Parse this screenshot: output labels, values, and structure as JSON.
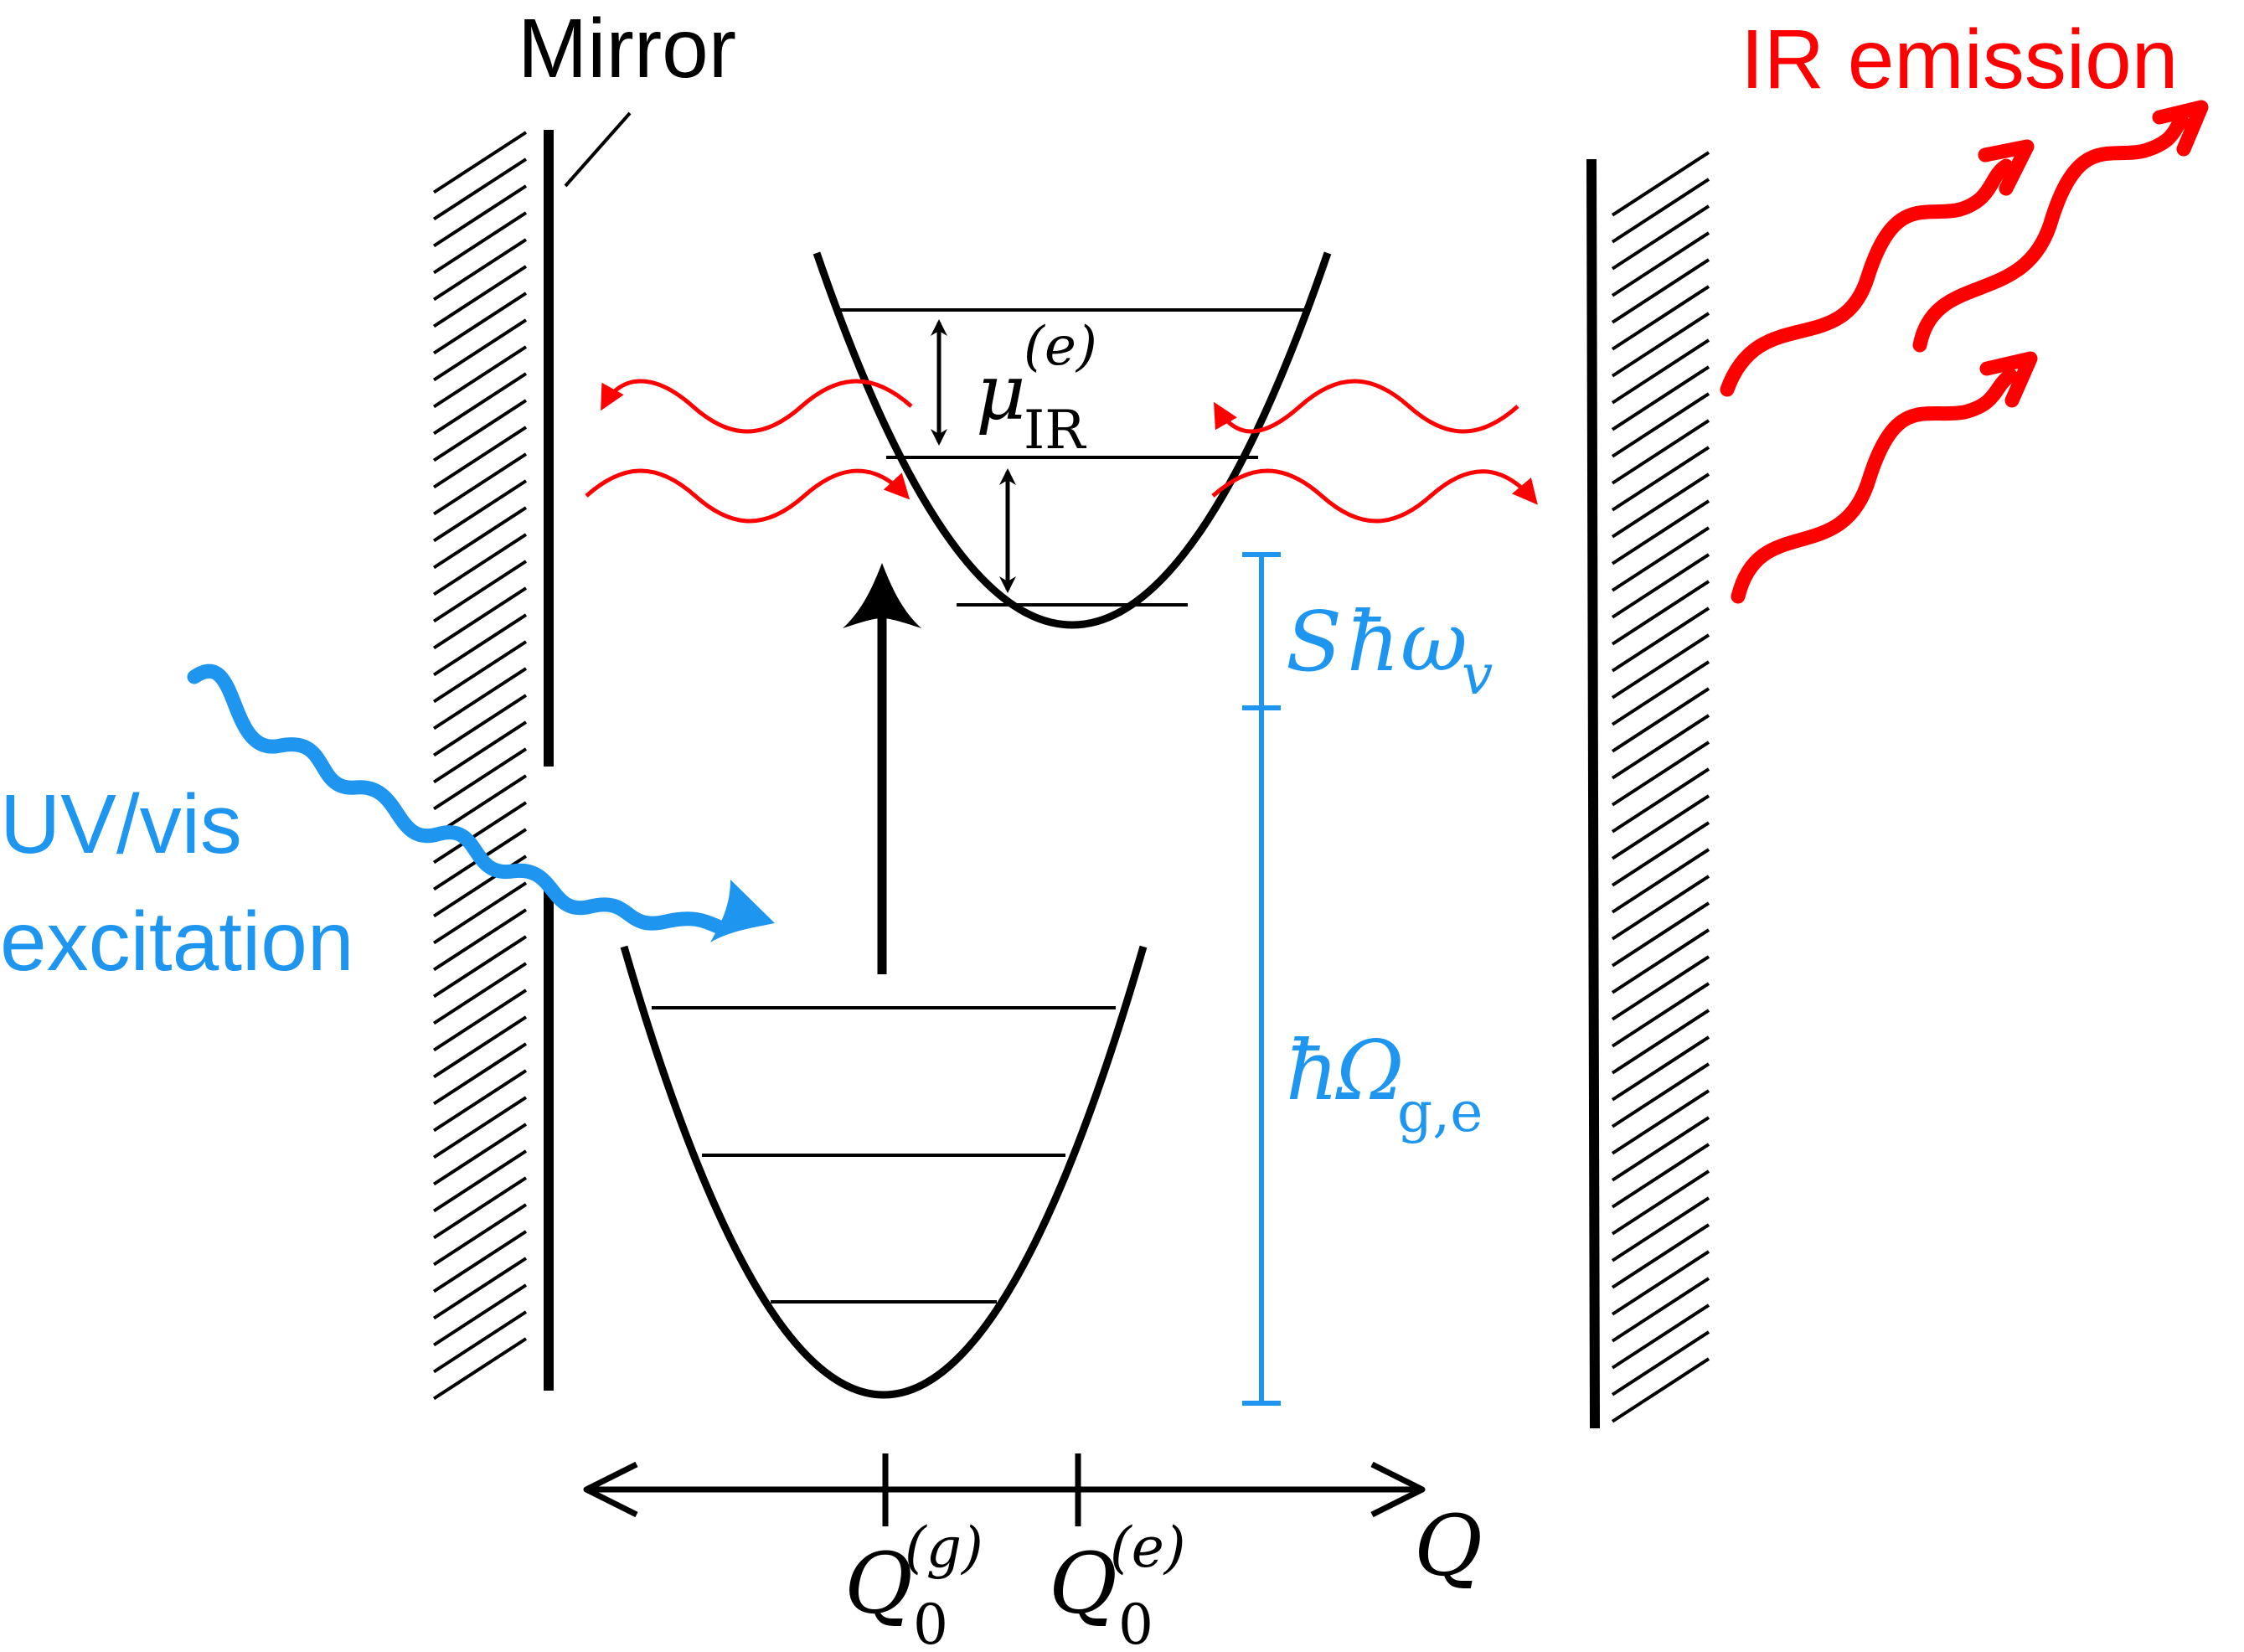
{
  "labels": {
    "mirror": "Mirror",
    "ir_emission": "IR emission",
    "uv_line1": "UV/vis",
    "uv_line2": "excitation"
  },
  "math": {
    "mu_base": "μ",
    "mu_sup": "(e)",
    "mu_sub": "IR",
    "s_symbol": "S",
    "hbar": "ħ",
    "omega": "ω",
    "omega_sub": "v",
    "big_omega": "Ω",
    "big_omega_sub": "g,e",
    "q_axis": "Q",
    "q0g_base": "Q",
    "q0g_sub": "0",
    "q0g_sup": "(g)",
    "q0e_base": "Q",
    "q0e_sub": "0",
    "q0e_sup": "(e)"
  },
  "colors": {
    "ink": "#000000",
    "ir_red": "#ff0000",
    "uv_blue": "#1e96f0",
    "energy_blue": "#1e96f0"
  }
}
